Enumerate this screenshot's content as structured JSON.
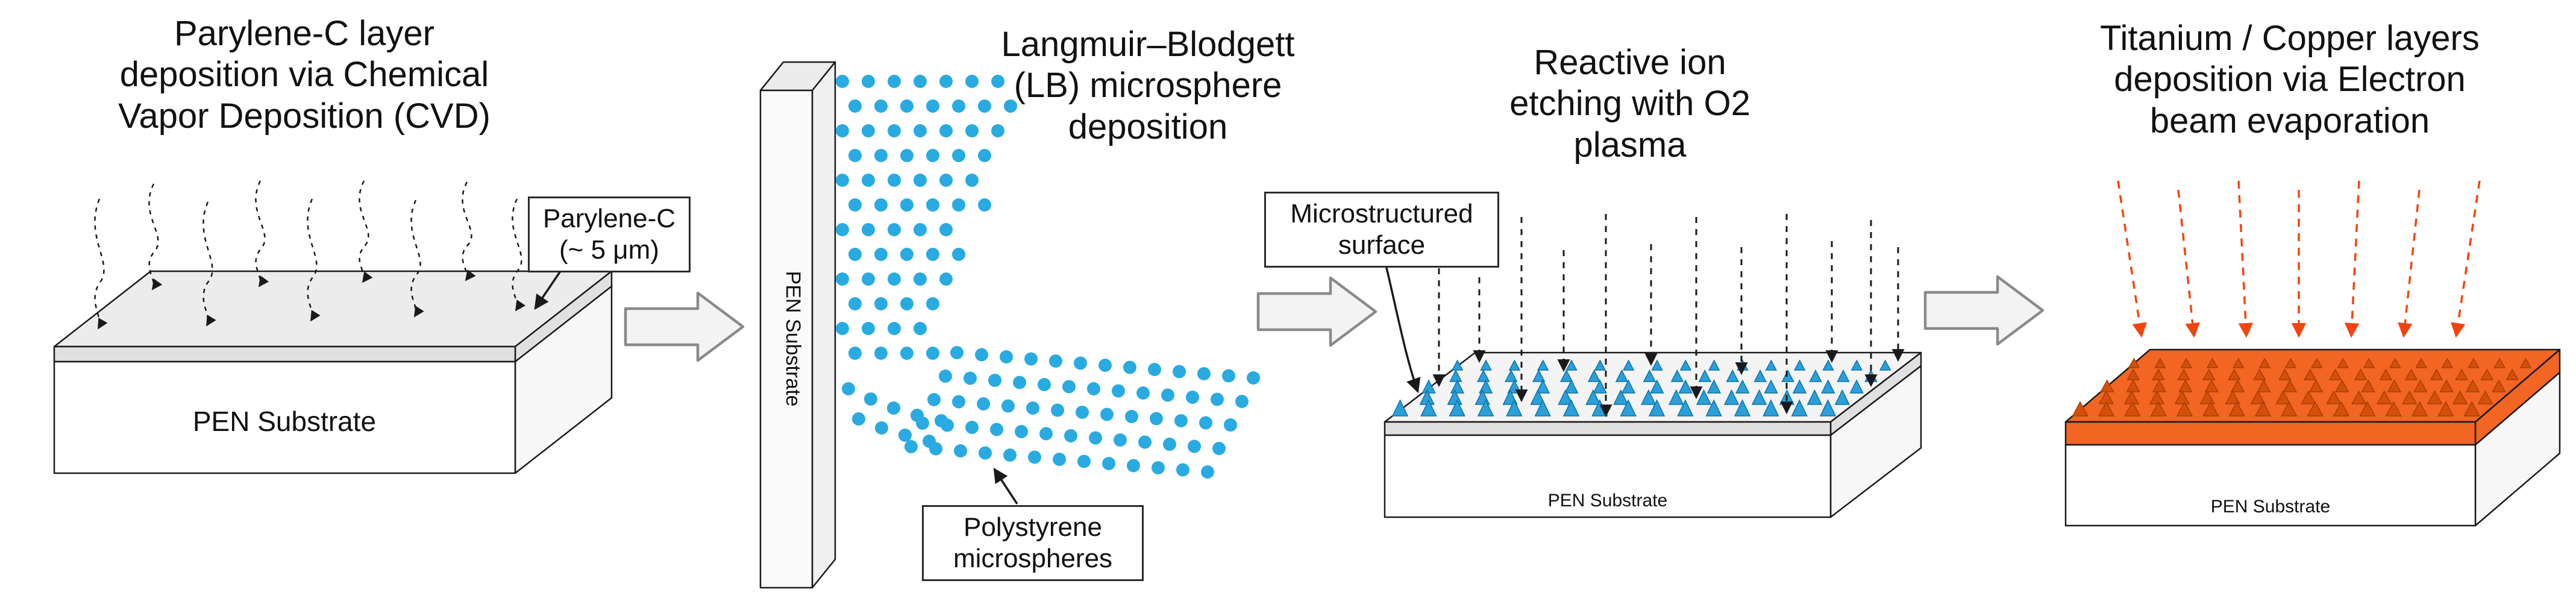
{
  "figure": {
    "description": "Four-step microfabrication process flow"
  },
  "colors": {
    "ink": "#1a1a1a",
    "sphere_blue": "#29ABE2",
    "cone_blue": "#2B9FD9",
    "cone_blue_stroke": "#0E74A8",
    "copper_orange": "#F26522",
    "copper_texture": "#D4500A",
    "copper_texture_stroke": "#A63E07",
    "beam_red": "#F4440E"
  },
  "steps": [
    {
      "id": "cvd",
      "title_lines": [
        "Parylene-C layer",
        "deposition via Chemical",
        "Vapor Deposition (CVD)"
      ],
      "substrate_label": "PEN Substrate",
      "callout_lines": [
        "Parylene-C",
        "(~ 5 μm)"
      ]
    },
    {
      "id": "lb",
      "title_lines": [
        "Langmuir–Blodgett",
        "(LB) microsphere",
        "deposition"
      ],
      "substrate_label": "PEN Substrate",
      "callout_lines": [
        "Polystyrene",
        "microspheres"
      ]
    },
    {
      "id": "rie",
      "title_lines": [
        "Reactive ion",
        "etching with O2",
        "plasma"
      ],
      "substrate_label": "PEN Substrate",
      "callout_lines": [
        "Microstructured",
        "surface"
      ]
    },
    {
      "id": "ebeam",
      "title_lines": [
        "Titanium / Copper layers",
        "deposition via Electron",
        "beam evaporation"
      ],
      "substrate_label": "PEN Substrate"
    }
  ]
}
